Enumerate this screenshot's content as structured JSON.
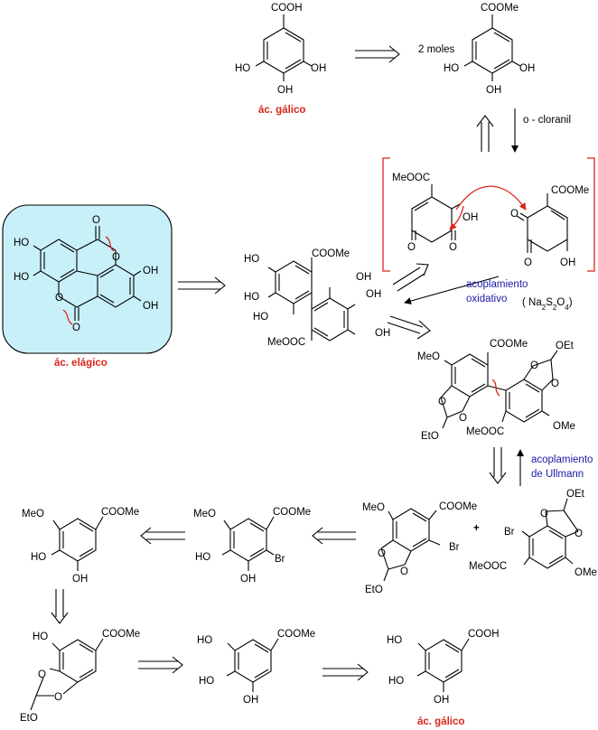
{
  "labels": {
    "galico_top": "ác. gálico",
    "galico_bottom": "ác. gálico",
    "elagico": "ác. elágico",
    "two_moles": "2 moles",
    "o_cloranil": "o - cloranil",
    "acoplamiento_ox_1": "acoplamiento",
    "acoplamiento_ox_2": "oxidativo",
    "acoplamiento_ul_1": "acoplamiento",
    "acoplamiento_ul_2": "de Ullmann"
  },
  "groups": {
    "COOH": "COOH",
    "COOMe": "COOMe",
    "MeOOC": "MeOOC",
    "OH": "OH",
    "HO": "HO",
    "MeO": "MeO",
    "OMe": "OMe",
    "OEt": "OEt",
    "EtO": "EtO",
    "Br": "Br",
    "O": "O"
  },
  "colors": {
    "accent_red": "#d8261c",
    "label_blue": "#1a1aa8",
    "box_fill": "#c8f0f8",
    "box_stroke": "#000000"
  }
}
